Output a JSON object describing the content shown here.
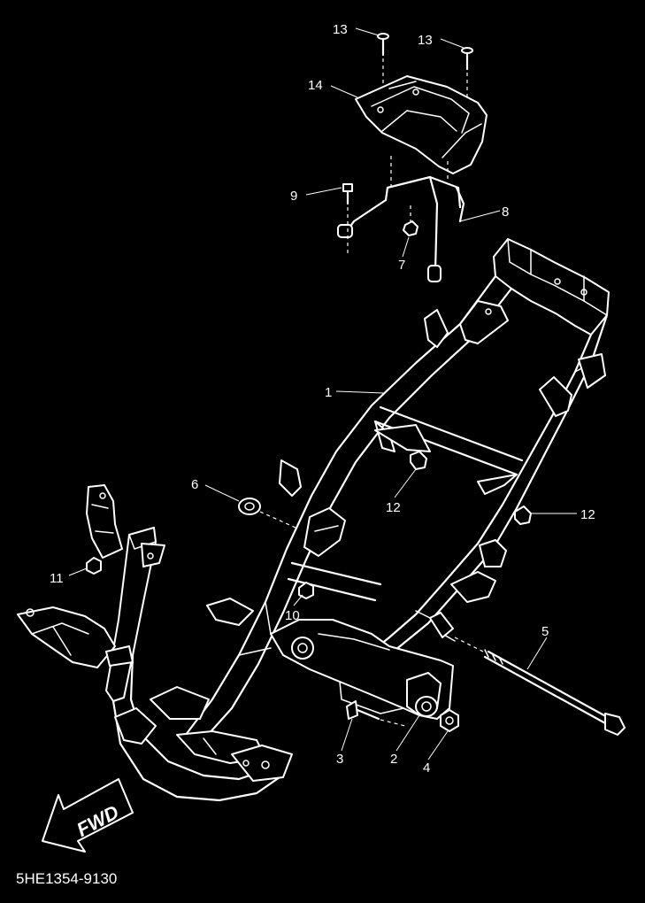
{
  "diagram": {
    "code": "5HE1354-9130",
    "direction_label": "FWD",
    "callouts": {
      "p1": "1",
      "p2": "2",
      "p3": "3",
      "p4": "4",
      "p5": "5",
      "p6": "6",
      "p7": "7",
      "p8": "8",
      "p9": "9",
      "p10": "10",
      "p11": "11",
      "p12a": "12",
      "p12b": "12",
      "p13a": "13",
      "p13b": "13",
      "p14": "14"
    }
  },
  "colors": {
    "background": "#000000",
    "line": "#ffffff"
  }
}
